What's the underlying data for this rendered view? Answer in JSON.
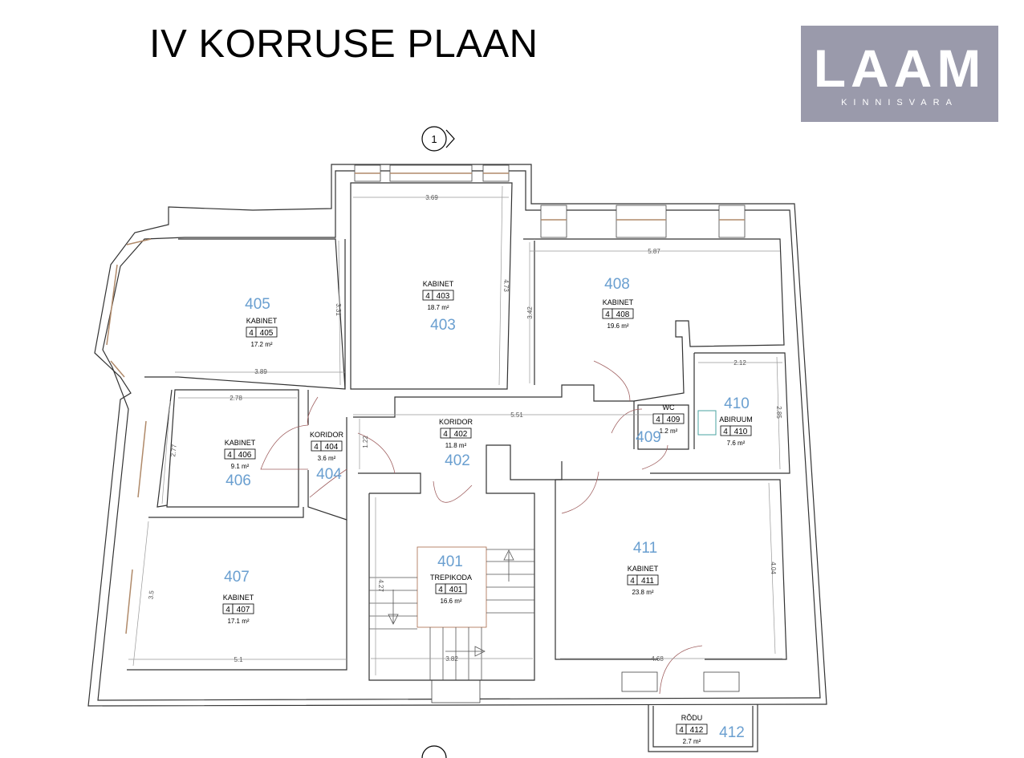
{
  "title": "IV KORRUSE PLAAN",
  "logo": {
    "brand": "LAAM",
    "sub": "KINNISVARA"
  },
  "axis_marker": "1",
  "rooms": [
    {
      "id": "401",
      "type": "TREPIKODA",
      "floor": "4",
      "code": "401",
      "area": "16.6 m²"
    },
    {
      "id": "402",
      "type": "KORIDOR",
      "floor": "4",
      "code": "402",
      "area": "11.8 m²"
    },
    {
      "id": "403",
      "type": "KABINET",
      "floor": "4",
      "code": "403",
      "area": "18.7 m²"
    },
    {
      "id": "404",
      "type": "KORIDOR",
      "floor": "4",
      "code": "404",
      "area": "3.6 m²"
    },
    {
      "id": "405",
      "type": "KABINET",
      "floor": "4",
      "code": "405",
      "area": "17.2 m²"
    },
    {
      "id": "406",
      "type": "KABINET",
      "floor": "4",
      "code": "406",
      "area": "9.1 m²"
    },
    {
      "id": "407",
      "type": "KABINET",
      "floor": "4",
      "code": "407",
      "area": "17.1 m²"
    },
    {
      "id": "408",
      "type": "KABINET",
      "floor": "4",
      "code": "408",
      "area": "19.6 m²"
    },
    {
      "id": "409",
      "type": "WC",
      "floor": "4",
      "code": "409",
      "area": "1.2 m²"
    },
    {
      "id": "410",
      "type": "ABIRUUM",
      "floor": "4",
      "code": "410",
      "area": "7.6 m²"
    },
    {
      "id": "411",
      "type": "KABINET",
      "floor": "4",
      "code": "411",
      "area": "23.8 m²"
    },
    {
      "id": "412",
      "type": "RÕDU",
      "floor": "4",
      "code": "412",
      "area": "2.7 m²"
    }
  ],
  "dimensions": {
    "d403w": "3.69",
    "d403h": "4.73",
    "d405h": "3.31",
    "d405w": "3.89",
    "d408w": "5.87",
    "d408h": "3.42",
    "d410w": "2.12",
    "d410h": "2.85",
    "d402w": "5.51",
    "d404h": "1.22",
    "d406w": "2.78",
    "d406h": "2.77",
    "d407h": "3.5",
    "d407w": "5.1",
    "d401h": "4.27",
    "d401w": "3.82",
    "d411h": "4.04",
    "d411w": "4.68"
  }
}
